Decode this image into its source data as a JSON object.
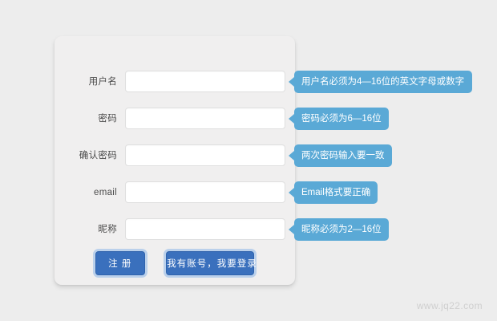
{
  "page": {
    "background_color": "#ededed",
    "watermark": "www.jq22.com"
  },
  "panel": {
    "background_color": "#f0efef"
  },
  "form": {
    "fields": [
      {
        "label": "用户名",
        "value": "",
        "placeholder": "",
        "tip": "用户名必须为4—16位的英文字母或数字",
        "tip_wide": true
      },
      {
        "label": "密码",
        "value": "",
        "placeholder": "",
        "tip": "密码必须为6—16位",
        "tip_wide": false
      },
      {
        "label": "确认密码",
        "value": "",
        "placeholder": "",
        "tip": "两次密码输入要一致",
        "tip_wide": false
      },
      {
        "label": "email",
        "value": "",
        "placeholder": "",
        "tip": "Email格式要正确",
        "tip_wide": false
      },
      {
        "label": "昵称",
        "value": "",
        "placeholder": "",
        "tip": "昵称必须为2—16位",
        "tip_wide": false
      }
    ]
  },
  "actions": {
    "register_label": "注 册",
    "login_label": "我有账号，我要登录"
  },
  "colors": {
    "tooltip": "#5aa9d6",
    "button": "#3a70bd",
    "button_glow": "#8eb7e7",
    "label_text": "#4a4a4a"
  }
}
